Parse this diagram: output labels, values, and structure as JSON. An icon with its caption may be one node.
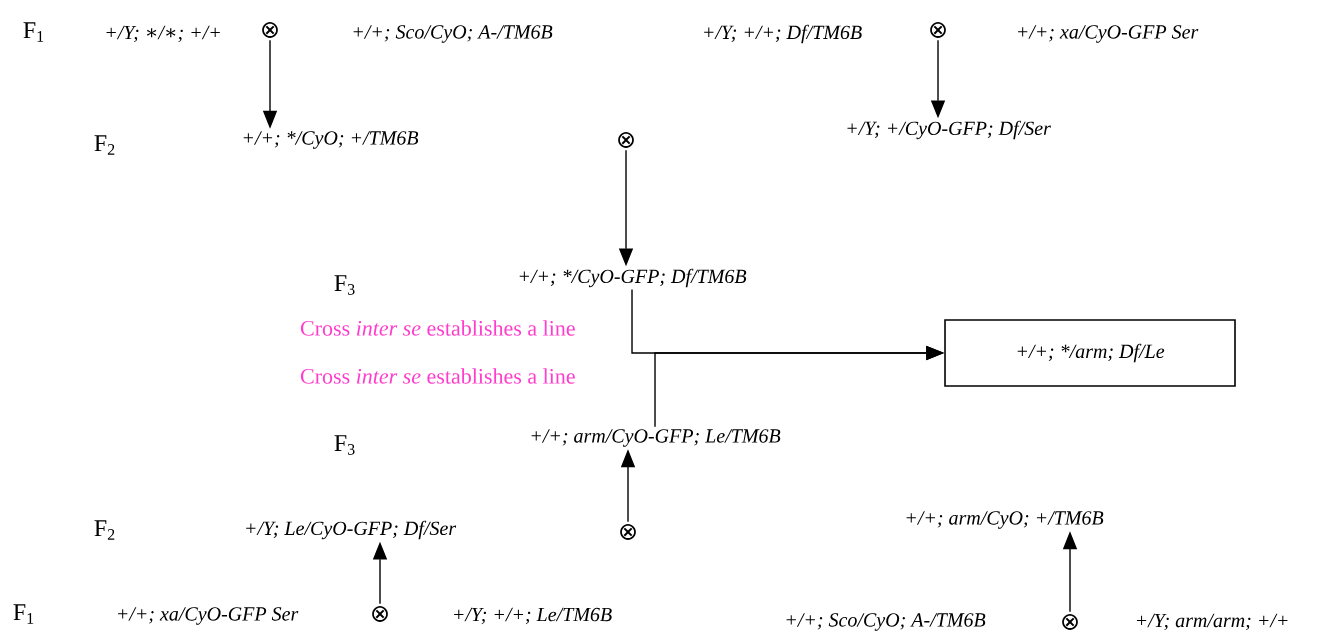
{
  "diagram": {
    "nodes": [
      {
        "text": [
          "+/Y; ∗/∗; +/+"
        ]
      },
      {
        "text": [
          "⊗"
        ]
      },
      {
        "text": [
          "+/+; Sco/CyO; A-/TM6B"
        ]
      },
      {
        "text": [
          "+/Y; +/+; Df/TM6B"
        ]
      },
      {
        "text": [
          "⊗"
        ]
      },
      {
        "text": [
          "+/+; xa/CyO-GFP Ser"
        ]
      },
      {
        "text": [
          "+/+; */CyO; +/TM6B"
        ]
      },
      {
        "text": [
          "⊗"
        ]
      },
      {
        "text": [
          "+/Y; +/CyO-GFP; Df/Ser"
        ]
      },
      {
        "text": [
          "+/+; */CyO-GFP; Df/TM6B"
        ]
      },
      {
        "text": [
          "+/+; */arm; Df/Le"
        ]
      },
      {
        "text": [
          "+/+; arm/CyO-GFP; Le/TM6B"
        ]
      },
      {
        "text": [
          "+/Y; Le/CyO-GFP; Df/Ser"
        ]
      },
      {
        "text": [
          "⊗"
        ]
      },
      {
        "text": [
          "+/+; arm/CyO; +/TM6B"
        ]
      },
      {
        "text": [
          "+/+; xa/CyO-GFP Ser"
        ]
      },
      {
        "text": [
          "⊗"
        ]
      },
      {
        "text": [
          "+/Y; +/+; Le/TM6B"
        ]
      },
      {
        "text": [
          "+/+; Sco/CyO; A-/TM6B"
        ]
      },
      {
        "text": [
          "⊗"
        ]
      },
      {
        "text": [
          "+/Y; arm/arm; +/+"
        ]
      }
    ],
    "edges": [
      {
        "from": 1,
        "to": 6,
        "arrow": "to"
      },
      {
        "from": 4,
        "to": 8,
        "arrow": "to"
      },
      {
        "from": 7,
        "to": 9,
        "arrow": "to"
      },
      {
        "from": 9,
        "to": 10,
        "arrow": "to"
      },
      {
        "from": 11,
        "to": 10,
        "arrow": "to"
      },
      {
        "from": 13,
        "to": 11,
        "arrow": "to"
      },
      {
        "from": 16,
        "to": 12,
        "arrow": "to"
      },
      {
        "from": 19,
        "to": 14,
        "arrow": "to"
      }
    ],
    "labels": [
      "F$_{1}$",
      "F$_{2}$",
      "F$_{3}$",
      "Cross *inter se* establishes a line",
      "Cross *inter se* establishes a line",
      "F$_{3}$",
      "F$_{2}$",
      "F$_{1}$"
    ]
  }
}
